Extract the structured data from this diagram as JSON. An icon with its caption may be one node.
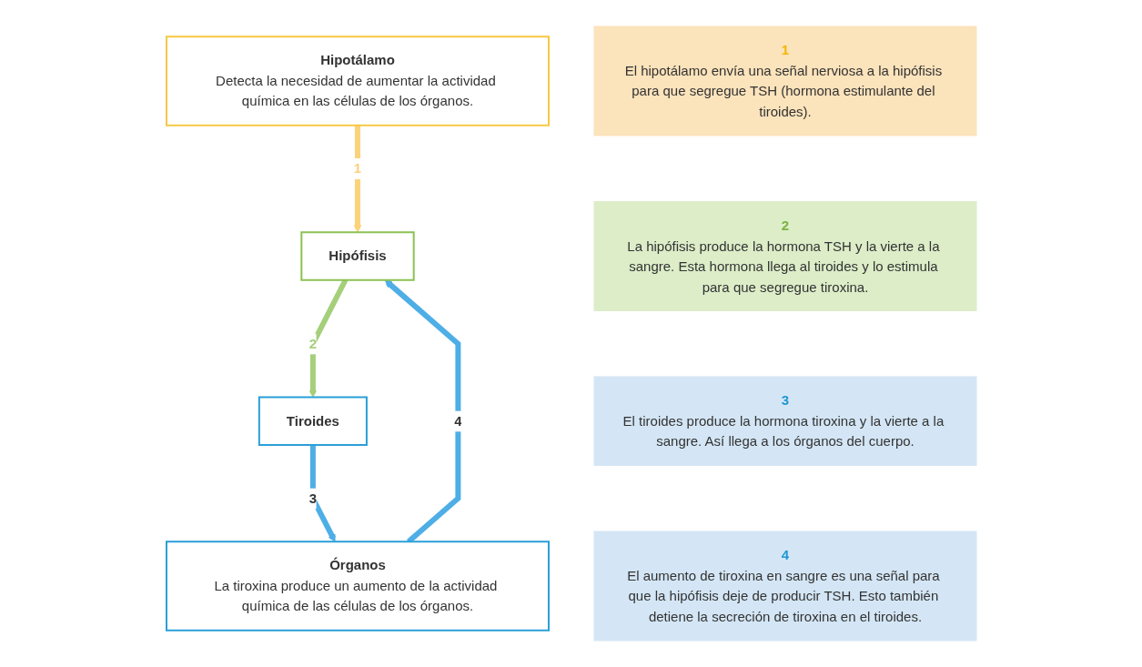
{
  "diagram": {
    "nodes": [
      {
        "text": [
          "Hipotálamo",
          "Detecta la necesidad de aumentar la actividad química en las células de los órganos."
        ]
      },
      {
        "text": [
          "Hipófisis"
        ]
      },
      {
        "text": [
          "Tiroides"
        ]
      },
      {
        "text": [
          "Órganos",
          "La tiroxina produce un aumento de la actividad química de las células de los órganos."
        ]
      },
      {
        "text": [
          "1",
          "El hipotálamo envía una señal nerviosa a la hipófisis para que segregue TSH (hormona estimulante del tiroides)."
        ]
      },
      {
        "text": [
          "2",
          "La hipófisis produce la hormona TSH y la vierte a la sangre. Esta hormona llega al tiroides y lo estimula para que segregue tiroxina."
        ]
      },
      {
        "text": [
          "3",
          "El tiroides produce la hormona tiroxina y la vierte a la sangre. Así llega a los órganos del cuerpo."
        ]
      },
      {
        "text": [
          "4",
          "El aumento de tiroxina en sangre es una señal para que la hipófisis deje de producir TSH. Esto también detiene la secreción de tiroxina en el tiroides."
        ]
      }
    ],
    "edges": [
      {
        "from": 0,
        "to": 1,
        "arrow": "to",
        "label": "1",
        "color": "#fcd27a"
      },
      {
        "from": 1,
        "to": 2,
        "arrow": "to",
        "label": "2",
        "color": "#a5cf7a"
      },
      {
        "from": 2,
        "to": 3,
        "arrow": "to",
        "label": "3"
      },
      {
        "from": 3,
        "to": 1,
        "arrow": "to",
        "label": "4"
      }
    ]
  }
}
